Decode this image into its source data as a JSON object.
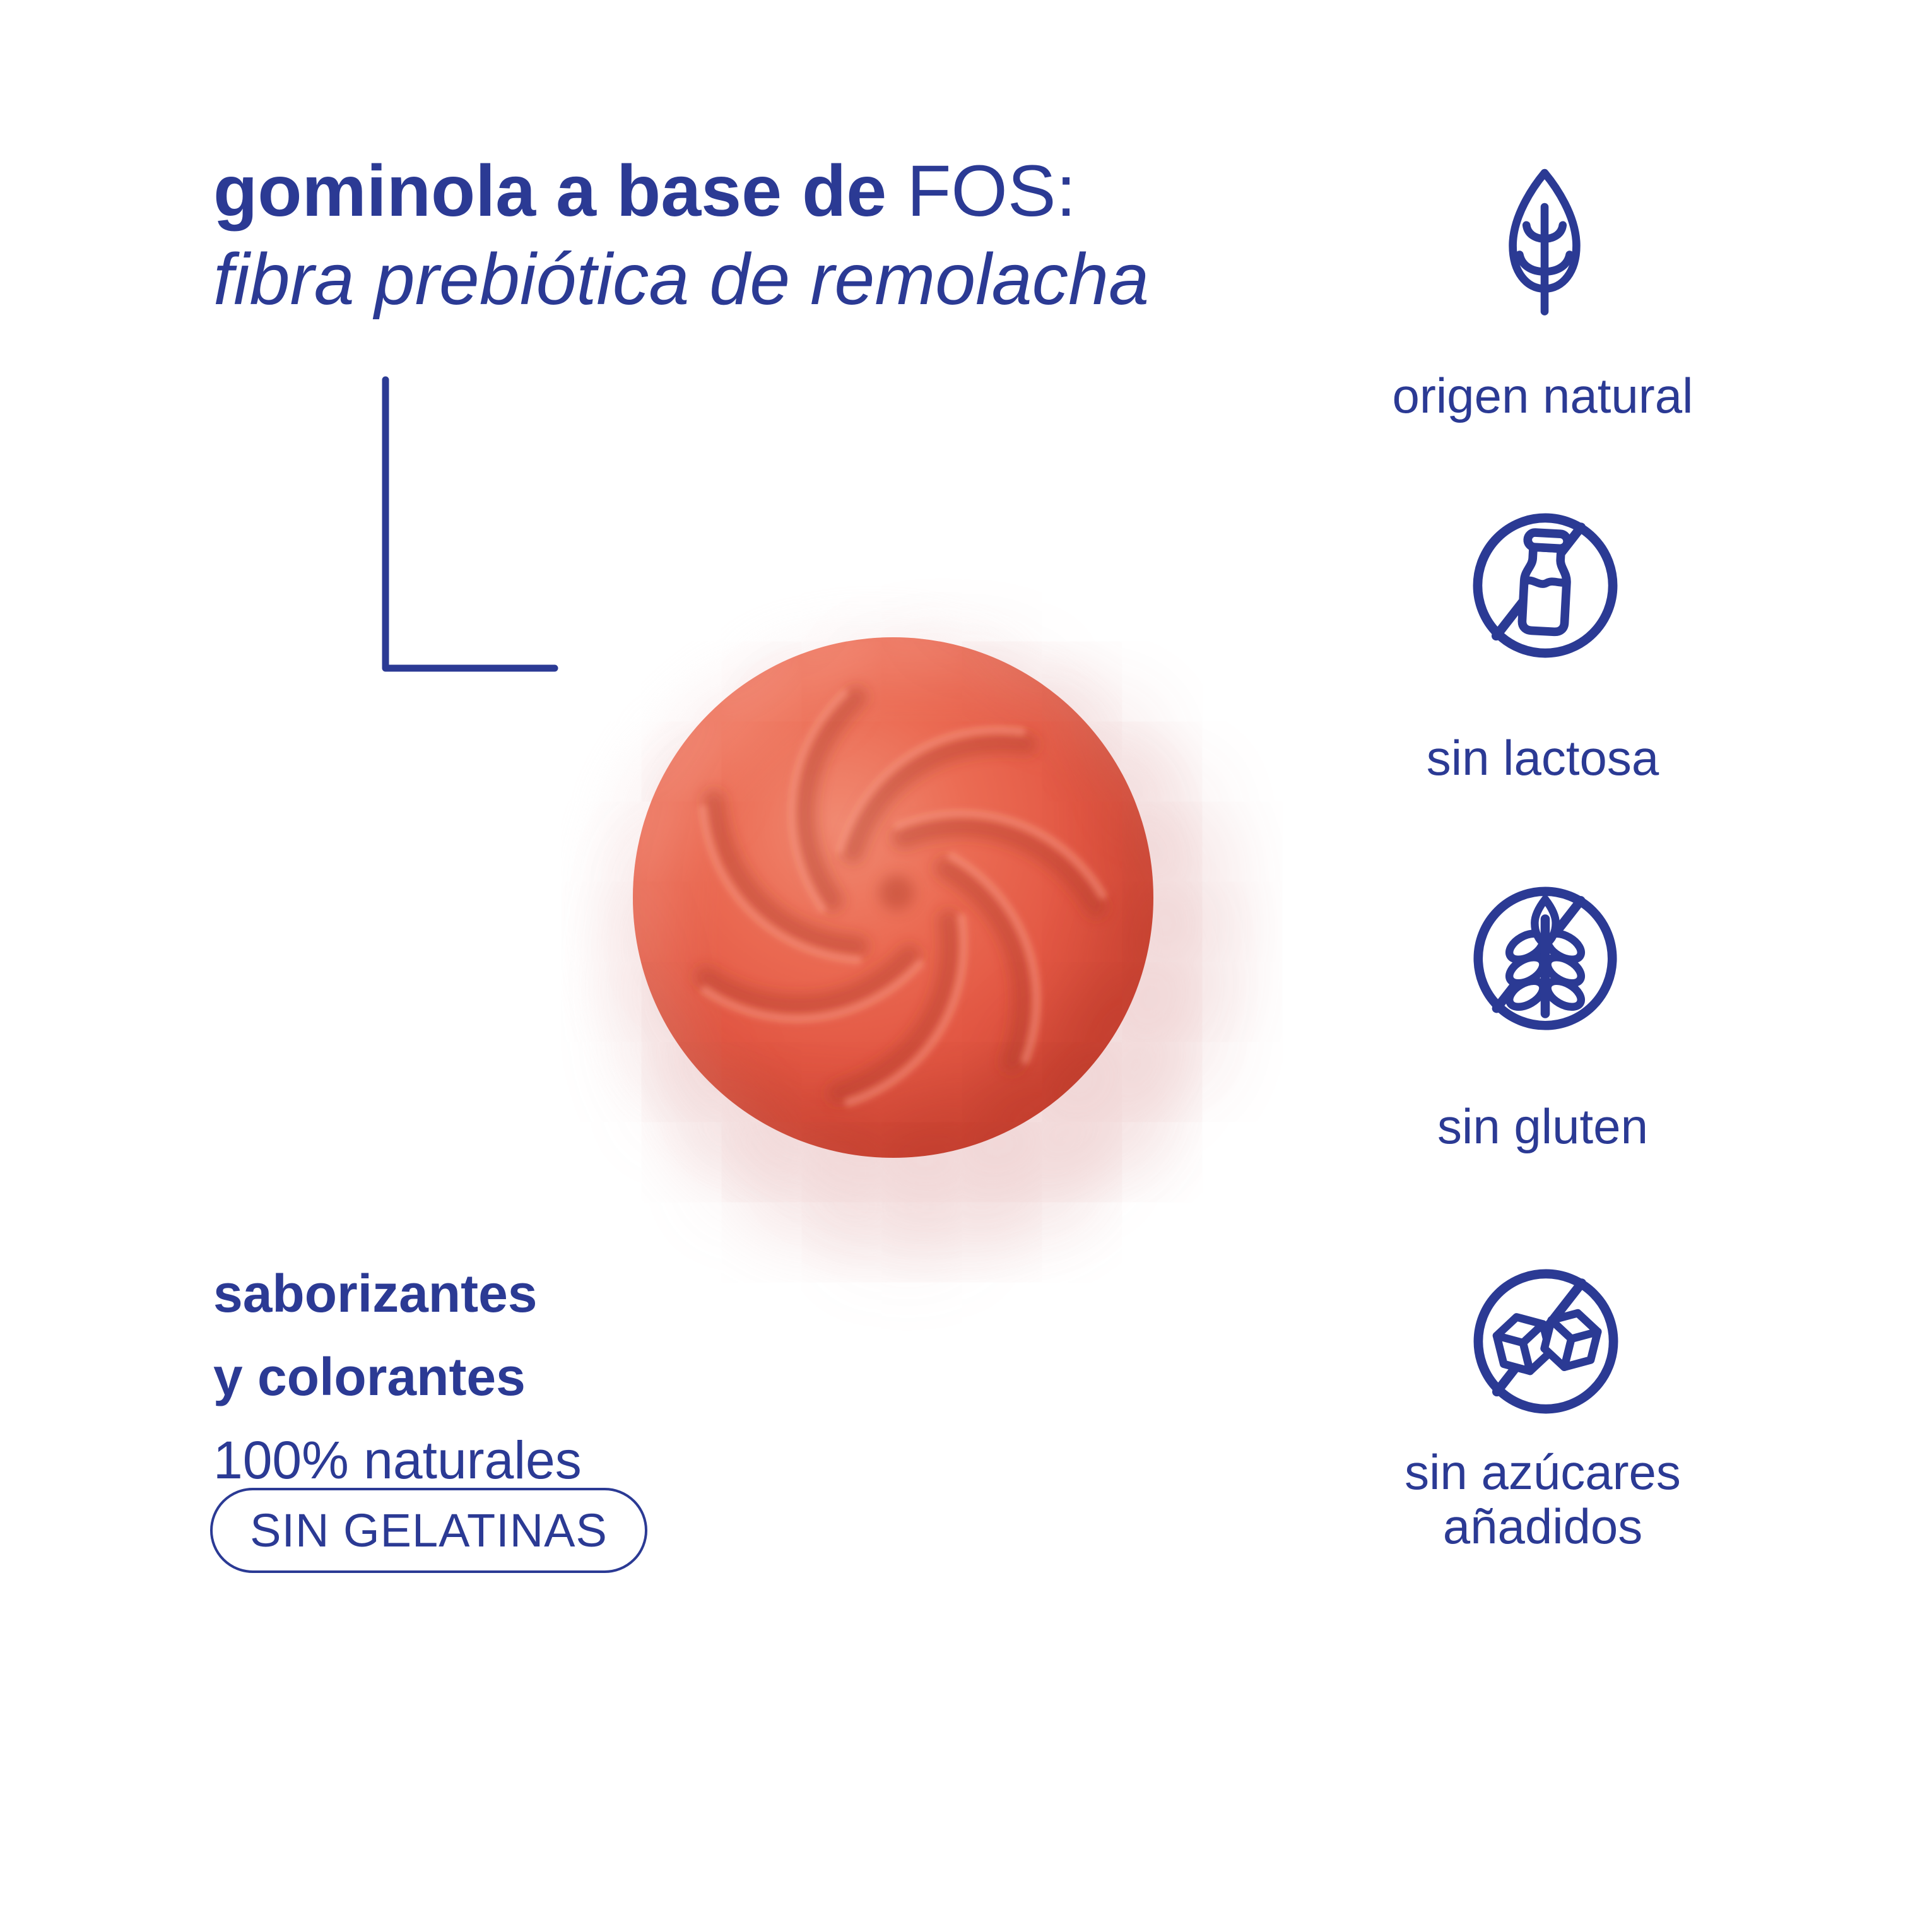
{
  "colors": {
    "brand_blue": "#2b3a94",
    "gummy_red": "#e35844",
    "gummy_shadow_pink": "#f3dede",
    "background": "#ffffff"
  },
  "title": {
    "bold_part": "gominola a base de ",
    "regular_part": "FOS:",
    "subtitle": "fibra prebiótica de remolacha"
  },
  "features": [
    {
      "icon_name": "leaf-icon",
      "label": "origen natural"
    },
    {
      "icon_name": "no-lactose-icon",
      "label": "sin lactosa"
    },
    {
      "icon_name": "no-gluten-icon",
      "label": "sin gluten"
    },
    {
      "icon_name": "no-added-sugar-icon",
      "label_line1": "sin azúcares",
      "label_line2": "añadidos"
    }
  ],
  "left_info": {
    "lines": [
      "saborizantes",
      "y colorantes",
      "100% naturales"
    ]
  },
  "badge": {
    "label": "SIN GELATINAS"
  }
}
